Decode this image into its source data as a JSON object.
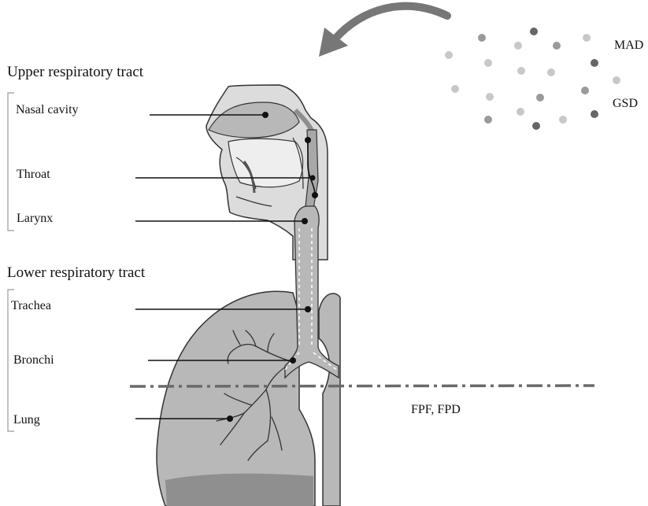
{
  "upper_title": "Upper respiratory tract",
  "lower_title": "Lower respiratory tract",
  "labels": {
    "nasal_cavity": "Nasal cavity",
    "throat": "Throat",
    "larynx": "Larynx",
    "trachea": "Trachea",
    "bronchi": "Bronchi",
    "lung": "Lung"
  },
  "particle_labels": {
    "mad": "MAD",
    "gsd": "GSD"
  },
  "deposition_label": "FPF,  FPD",
  "colors": {
    "anatomy_fill": "#b8b8b8",
    "anatomy_dark": "#8f8f8f",
    "outline": "#333333",
    "leader_line": "#111111",
    "arrow": "#777777",
    "dashed_line": "#6a6a6a",
    "particle_light": "#c8c8c8",
    "particle_mid": "#9a9a9a",
    "particle_dark": "#666666"
  }
}
